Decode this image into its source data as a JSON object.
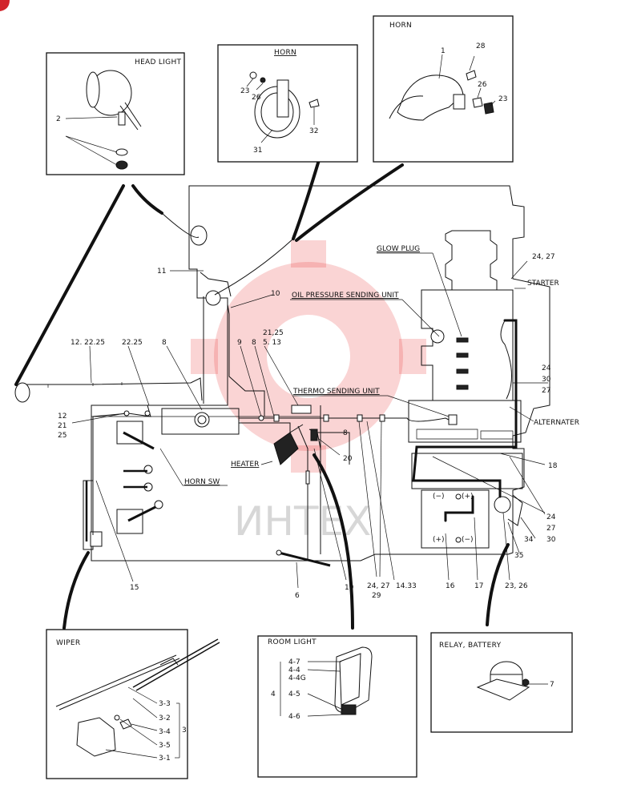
{
  "panels": {
    "head_light": {
      "title": "HEAD LIGHT",
      "callouts": [
        "2"
      ]
    },
    "horn_left": {
      "title": "HORN",
      "callouts": [
        "23",
        "26",
        "31",
        "32"
      ]
    },
    "horn_right": {
      "title": "HORN",
      "callouts": [
        "1",
        "28",
        "26",
        "23"
      ]
    },
    "wiper": {
      "title": "WIPER",
      "callouts": [
        "3-3",
        "3-2",
        "3-4",
        "3-5",
        "3-1",
        "3"
      ]
    },
    "room_light": {
      "title": "ROOM LIGHT",
      "callouts": [
        "4-7",
        "4-4",
        "4-4G",
        "4-5",
        "4-6",
        "4"
      ]
    },
    "relay_battery": {
      "title": "RELAY, BATTERY",
      "callouts": [
        "7"
      ]
    }
  },
  "labels": {
    "glow_plug": "GLOW PLUG",
    "oil_pressure": "OIL PRESSURE SENDING UNIT",
    "starter": "STARTER",
    "thermo": "THERMO SENDING UNIT",
    "alternater": "ALTERNATER",
    "heater": "HEATER",
    "horn_sw": "HORN SW"
  },
  "callouts": {
    "c11": "11",
    "c10": "10",
    "c24_27_top": "24, 27",
    "c12_22_25": "12. 22.25",
    "c22_25": "22.25",
    "c8a": "8",
    "c9": "9",
    "c8b": "8",
    "c21_25": "21,25",
    "c5_13": "5. 13",
    "c24": "24",
    "c30": "30",
    "c27": "27",
    "c12": "12",
    "c21": "21",
    "c25": "25",
    "c8c": "8",
    "c20": "20",
    "c18": "18",
    "c24b": "24",
    "c27b": "27",
    "c30b": "30",
    "c34": "34",
    "c35": "35",
    "c15": "15",
    "c6": "6",
    "c19": "19",
    "c24_27_bot": "24, 27",
    "c29": "29",
    "c14_33": "14.33",
    "c16": "16",
    "c17": "17",
    "c23_26": "23, 26",
    "minus_top": "(−)",
    "plus_top": "(+)",
    "plus_bot": "(+)",
    "minus_bot": "(−)"
  },
  "watermark": {
    "text": "ИНТЕХ",
    "color": "#e63c3c"
  }
}
